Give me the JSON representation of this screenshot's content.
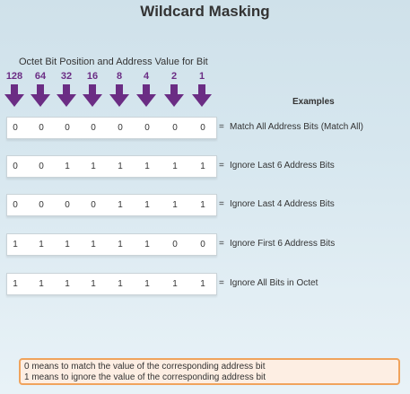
{
  "title": "Wildcard Masking",
  "subtitle": "Octet Bit Position and Address Value for Bit",
  "bit_values": [
    "128",
    "64",
    "32",
    "16",
    "8",
    "4",
    "2",
    "1"
  ],
  "examples_header": "Examples",
  "rows": [
    {
      "bits": [
        "0",
        "0",
        "0",
        "0",
        "0",
        "0",
        "0",
        "0"
      ],
      "eq": "=",
      "description": "Match All Address Bits (Match All)"
    },
    {
      "bits": [
        "0",
        "0",
        "1",
        "1",
        "1",
        "1",
        "1",
        "1"
      ],
      "eq": "=",
      "description": "Ignore Last 6 Address Bits"
    },
    {
      "bits": [
        "0",
        "0",
        "0",
        "0",
        "1",
        "1",
        "1",
        "1"
      ],
      "eq": "=",
      "description": "Ignore Last 4 Address Bits"
    },
    {
      "bits": [
        "1",
        "1",
        "1",
        "1",
        "1",
        "1",
        "0",
        "0"
      ],
      "eq": "=",
      "description": "Ignore First 6 Address Bits"
    },
    {
      "bits": [
        "1",
        "1",
        "1",
        "1",
        "1",
        "1",
        "1",
        "1"
      ],
      "eq": "=",
      "description": "Ignore All Bits in Octet"
    }
  ],
  "legend": {
    "line1": "0 means to match the value of the corresponding address bit",
    "line2": "1 means to ignore the value of the corresponding address bit"
  },
  "colors": {
    "arrow": "#6b2d84",
    "legend_border": "#f0a35c",
    "legend_fill": "#fdeee3"
  }
}
